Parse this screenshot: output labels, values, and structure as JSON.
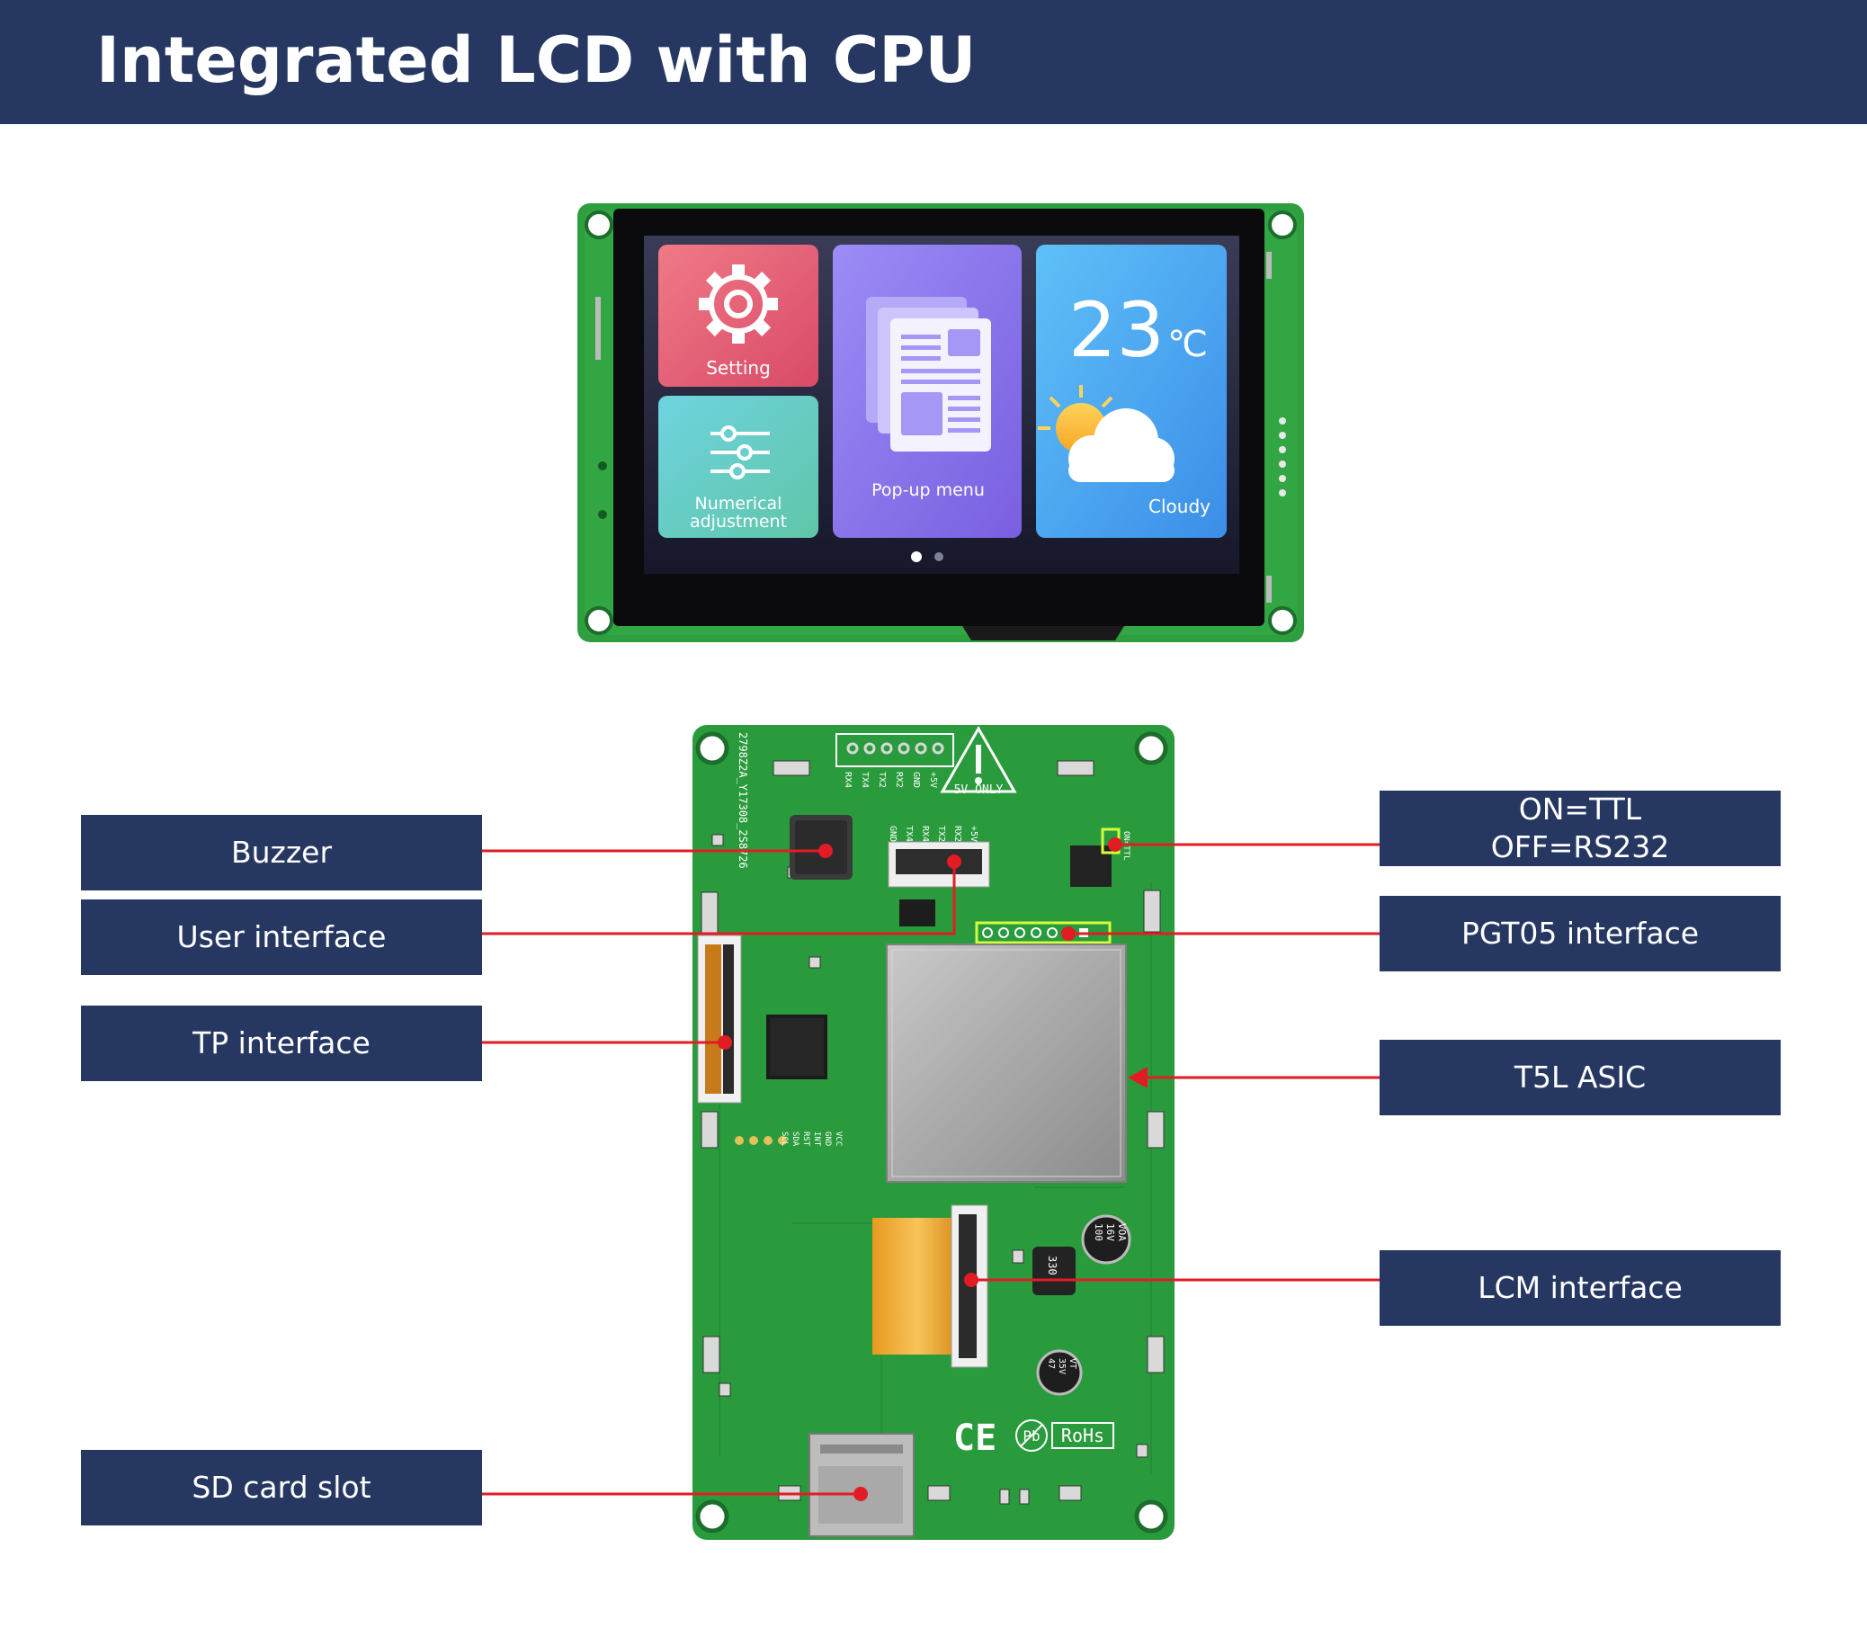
{
  "header": {
    "title": "Integrated LCD with CPU"
  },
  "lcd": {
    "tiles": {
      "setting": "Setting",
      "numerical_line1": "Numerical",
      "numerical_line2": "adjustment",
      "popup": "Pop-up menu",
      "temperature": "23",
      "unit": "℃",
      "weather": "Cloudy"
    }
  },
  "pcb": {
    "warning": "5V ONLY",
    "part_no": "2798Z2A_Y17308_2S8726",
    "ce": "CE",
    "pb": "Pb",
    "rohs": "RoHs",
    "pins_top": [
      "RX4",
      "TX4",
      "TX2",
      "RX2",
      "GND",
      "+5V"
    ],
    "pins_mid": [
      "GND",
      "TX4",
      "RX4",
      "TX2",
      "RX2",
      "+5V"
    ],
    "tp_pins": [
      "SCL",
      "SDA",
      "RST",
      "INT",
      "GND",
      "VCC"
    ],
    "ttl_mark": "ON=TTL",
    "cap1": [
      "100",
      "16V",
      "VOA"
    ],
    "cap2": [
      "47",
      "35V",
      "VT"
    ],
    "inductor": [
      "330"
    ]
  },
  "labels_left": [
    {
      "id": "buzzer",
      "text": "Buzzer"
    },
    {
      "id": "user-interface",
      "text": "User interface"
    },
    {
      "id": "tp-interface",
      "text": "TP interface"
    },
    {
      "id": "sd-card-slot",
      "text": "SD card slot"
    }
  ],
  "labels_right": [
    {
      "id": "ttl-switch",
      "text": "ON=TTL\nOFF=RS232"
    },
    {
      "id": "pgt05-interface",
      "text": "PGT05 interface"
    },
    {
      "id": "t5l-asic",
      "text": "T5L ASIC"
    },
    {
      "id": "lcm-interface",
      "text": "LCM interface"
    }
  ],
  "colors": {
    "header_bg": "#263862",
    "label_bg": "#263862",
    "callout_line": "#e11c24",
    "pcb_green": "#2a9b3c"
  }
}
